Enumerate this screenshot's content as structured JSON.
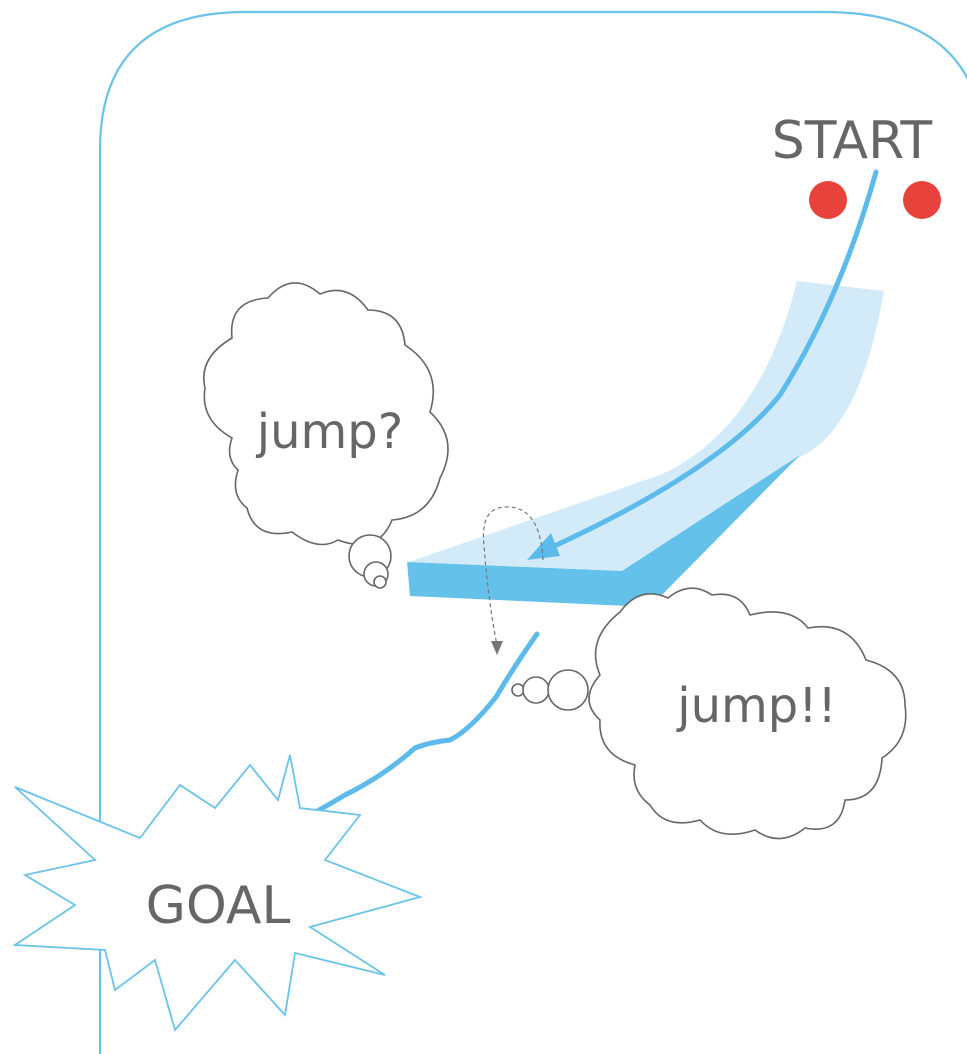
{
  "labels": {
    "start": "START",
    "goal": "GOAL",
    "thought_question": "jump?",
    "thought_exclaim": "jump!!"
  },
  "colors": {
    "frame": "#6cc3e8",
    "ramp_dark": "#64c1ea",
    "ramp_light": "#d3ebf8",
    "path": "#5cbbea",
    "dot": "#e8423c",
    "cloud": "#666666",
    "text": "#666666",
    "dashed": "#777777"
  }
}
